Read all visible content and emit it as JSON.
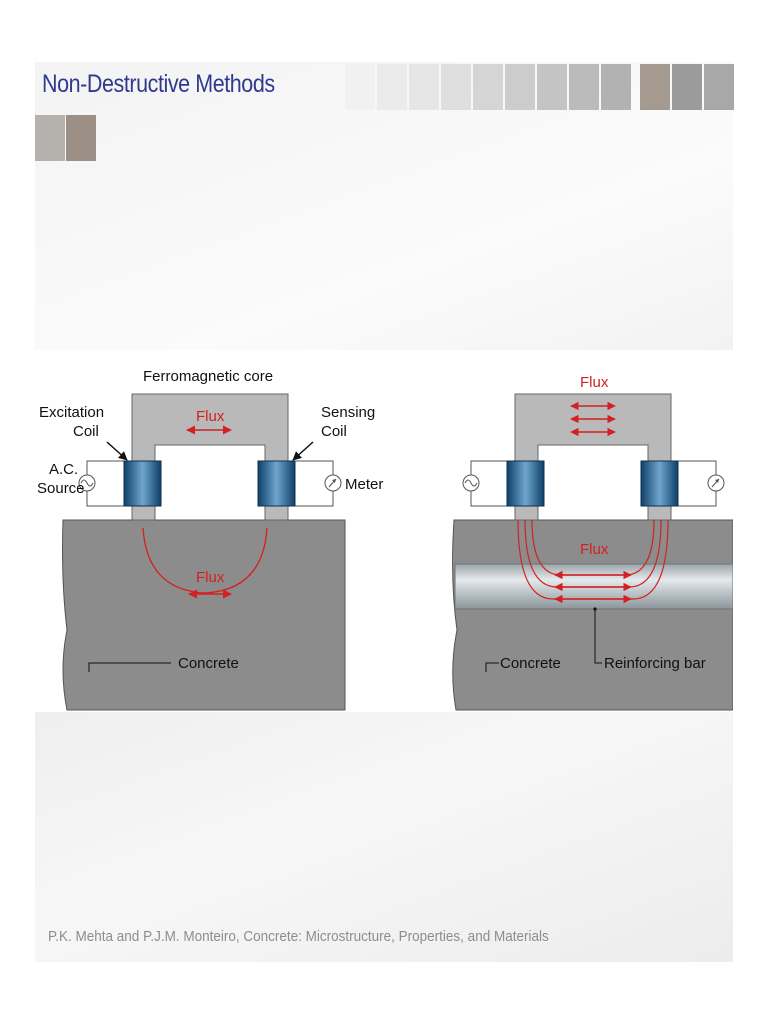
{
  "slide": {
    "title": "Non-Destructive Methods",
    "caption": "P.K. Mehta and P.J.M. Monteiro, Concrete: Microstructure,  Properties,  and Materials"
  },
  "left_diagram": {
    "core_label": "Ferromagnetic core",
    "excitation_label_1": "Excitation",
    "excitation_label_2": "Coil",
    "sensing_label_1": "Sensing",
    "sensing_label_2": "Coil",
    "source_label_1": "A.C.",
    "source_label_2": "Source",
    "meter_label": "Meter",
    "core_flux_label": "Flux",
    "concrete_flux_label": "Flux",
    "concrete_label": "Concrete"
  },
  "right_diagram": {
    "core_flux_label": "Flux",
    "bar_flux_label": "Flux",
    "concrete_label": "Concrete",
    "rebar_label": "Reinforcing bar"
  },
  "colors": {
    "title": "#2f3a8f",
    "flux": "#d42020",
    "concrete": "#8c8c8c",
    "core": "#b9b9b9",
    "coil": "#1d5e8c",
    "caption": "#8d8d8d"
  }
}
